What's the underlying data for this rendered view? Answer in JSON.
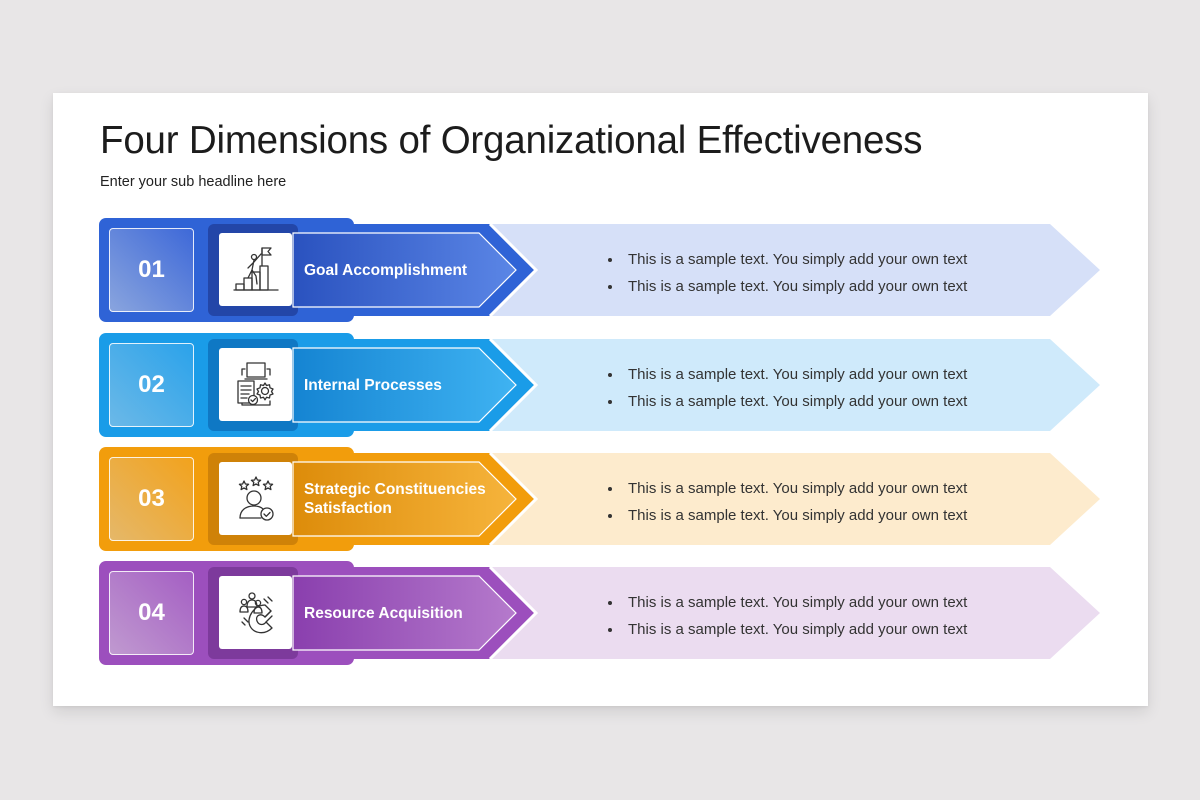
{
  "slide": {
    "title": "Four Dimensions of Organizational Effectiveness",
    "subtitle": "Enter your sub headline here"
  },
  "items": [
    {
      "number": "01",
      "label": "Goal Accomplishment",
      "icon": "goal-climb-icon",
      "color": "#2f63d6",
      "light_color": "#d6e0f8",
      "bullets": [
        "This is a sample text. You simply add your own text",
        "This is a sample text. You simply add your own text"
      ]
    },
    {
      "number": "02",
      "label": "Internal Processes",
      "icon": "process-gear-icon",
      "color": "#1a9ce8",
      "light_color": "#cfeafb",
      "bullets": [
        "This is a sample text. You simply add your own text",
        "This is a sample text. You simply add your own text"
      ]
    },
    {
      "number": "03",
      "label": "Strategic Constituencies Satisfaction",
      "icon": "customer-rating-icon",
      "color": "#f29d0c",
      "light_color": "#fdebcd",
      "bullets": [
        "This is a sample text. You simply add your own text",
        "This is a sample text. You simply add your own text"
      ]
    },
    {
      "number": "04",
      "label": "Resource Acquisition",
      "icon": "magnet-people-icon",
      "color": "#9c4fbd",
      "light_color": "#ebdcf0",
      "bullets": [
        "This is a sample text. You simply add your own text",
        "This is a sample text. You simply add your own text"
      ]
    }
  ]
}
